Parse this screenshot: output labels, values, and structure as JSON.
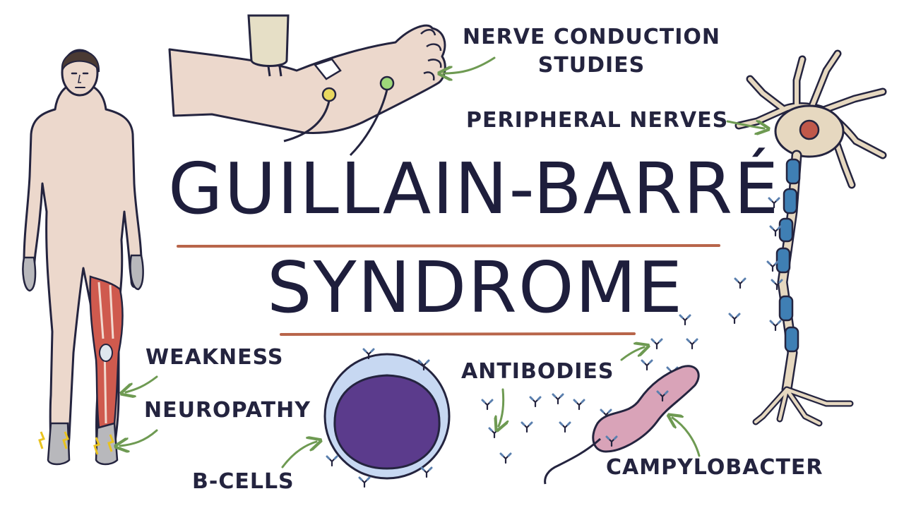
{
  "title": {
    "line1": "GUILLAIN-BARRÉ",
    "line2": "SYNDROME"
  },
  "labels": {
    "nerve_conduction_line1": "NERVE CONDUCTION",
    "nerve_conduction_line2": "STUDIES",
    "peripheral_nerves": "PERIPHERAL NERVES",
    "weakness": "WEAKNESS",
    "neuropathy": "NEUROPATHY",
    "antibodies": "ANTIBODIES",
    "b_cells": "B-CELLS",
    "campylobacter": "CAMPYLOBACTER"
  },
  "colors": {
    "ink": "#24243f",
    "underline": "#b8654a",
    "arrow": "#6e9a52",
    "skin": "#ecd8cc",
    "muscle": "#cf5a4e",
    "nucleus": "#c0584a",
    "myelin": "#3f7fb4",
    "neuron_body": "#e6d8c0",
    "bcell_outer": "#c7d8f2",
    "bcell_nucleus": "#5b3b8c",
    "bacterium": "#d9a3b8",
    "foot_pad": "#f3ecd8"
  }
}
